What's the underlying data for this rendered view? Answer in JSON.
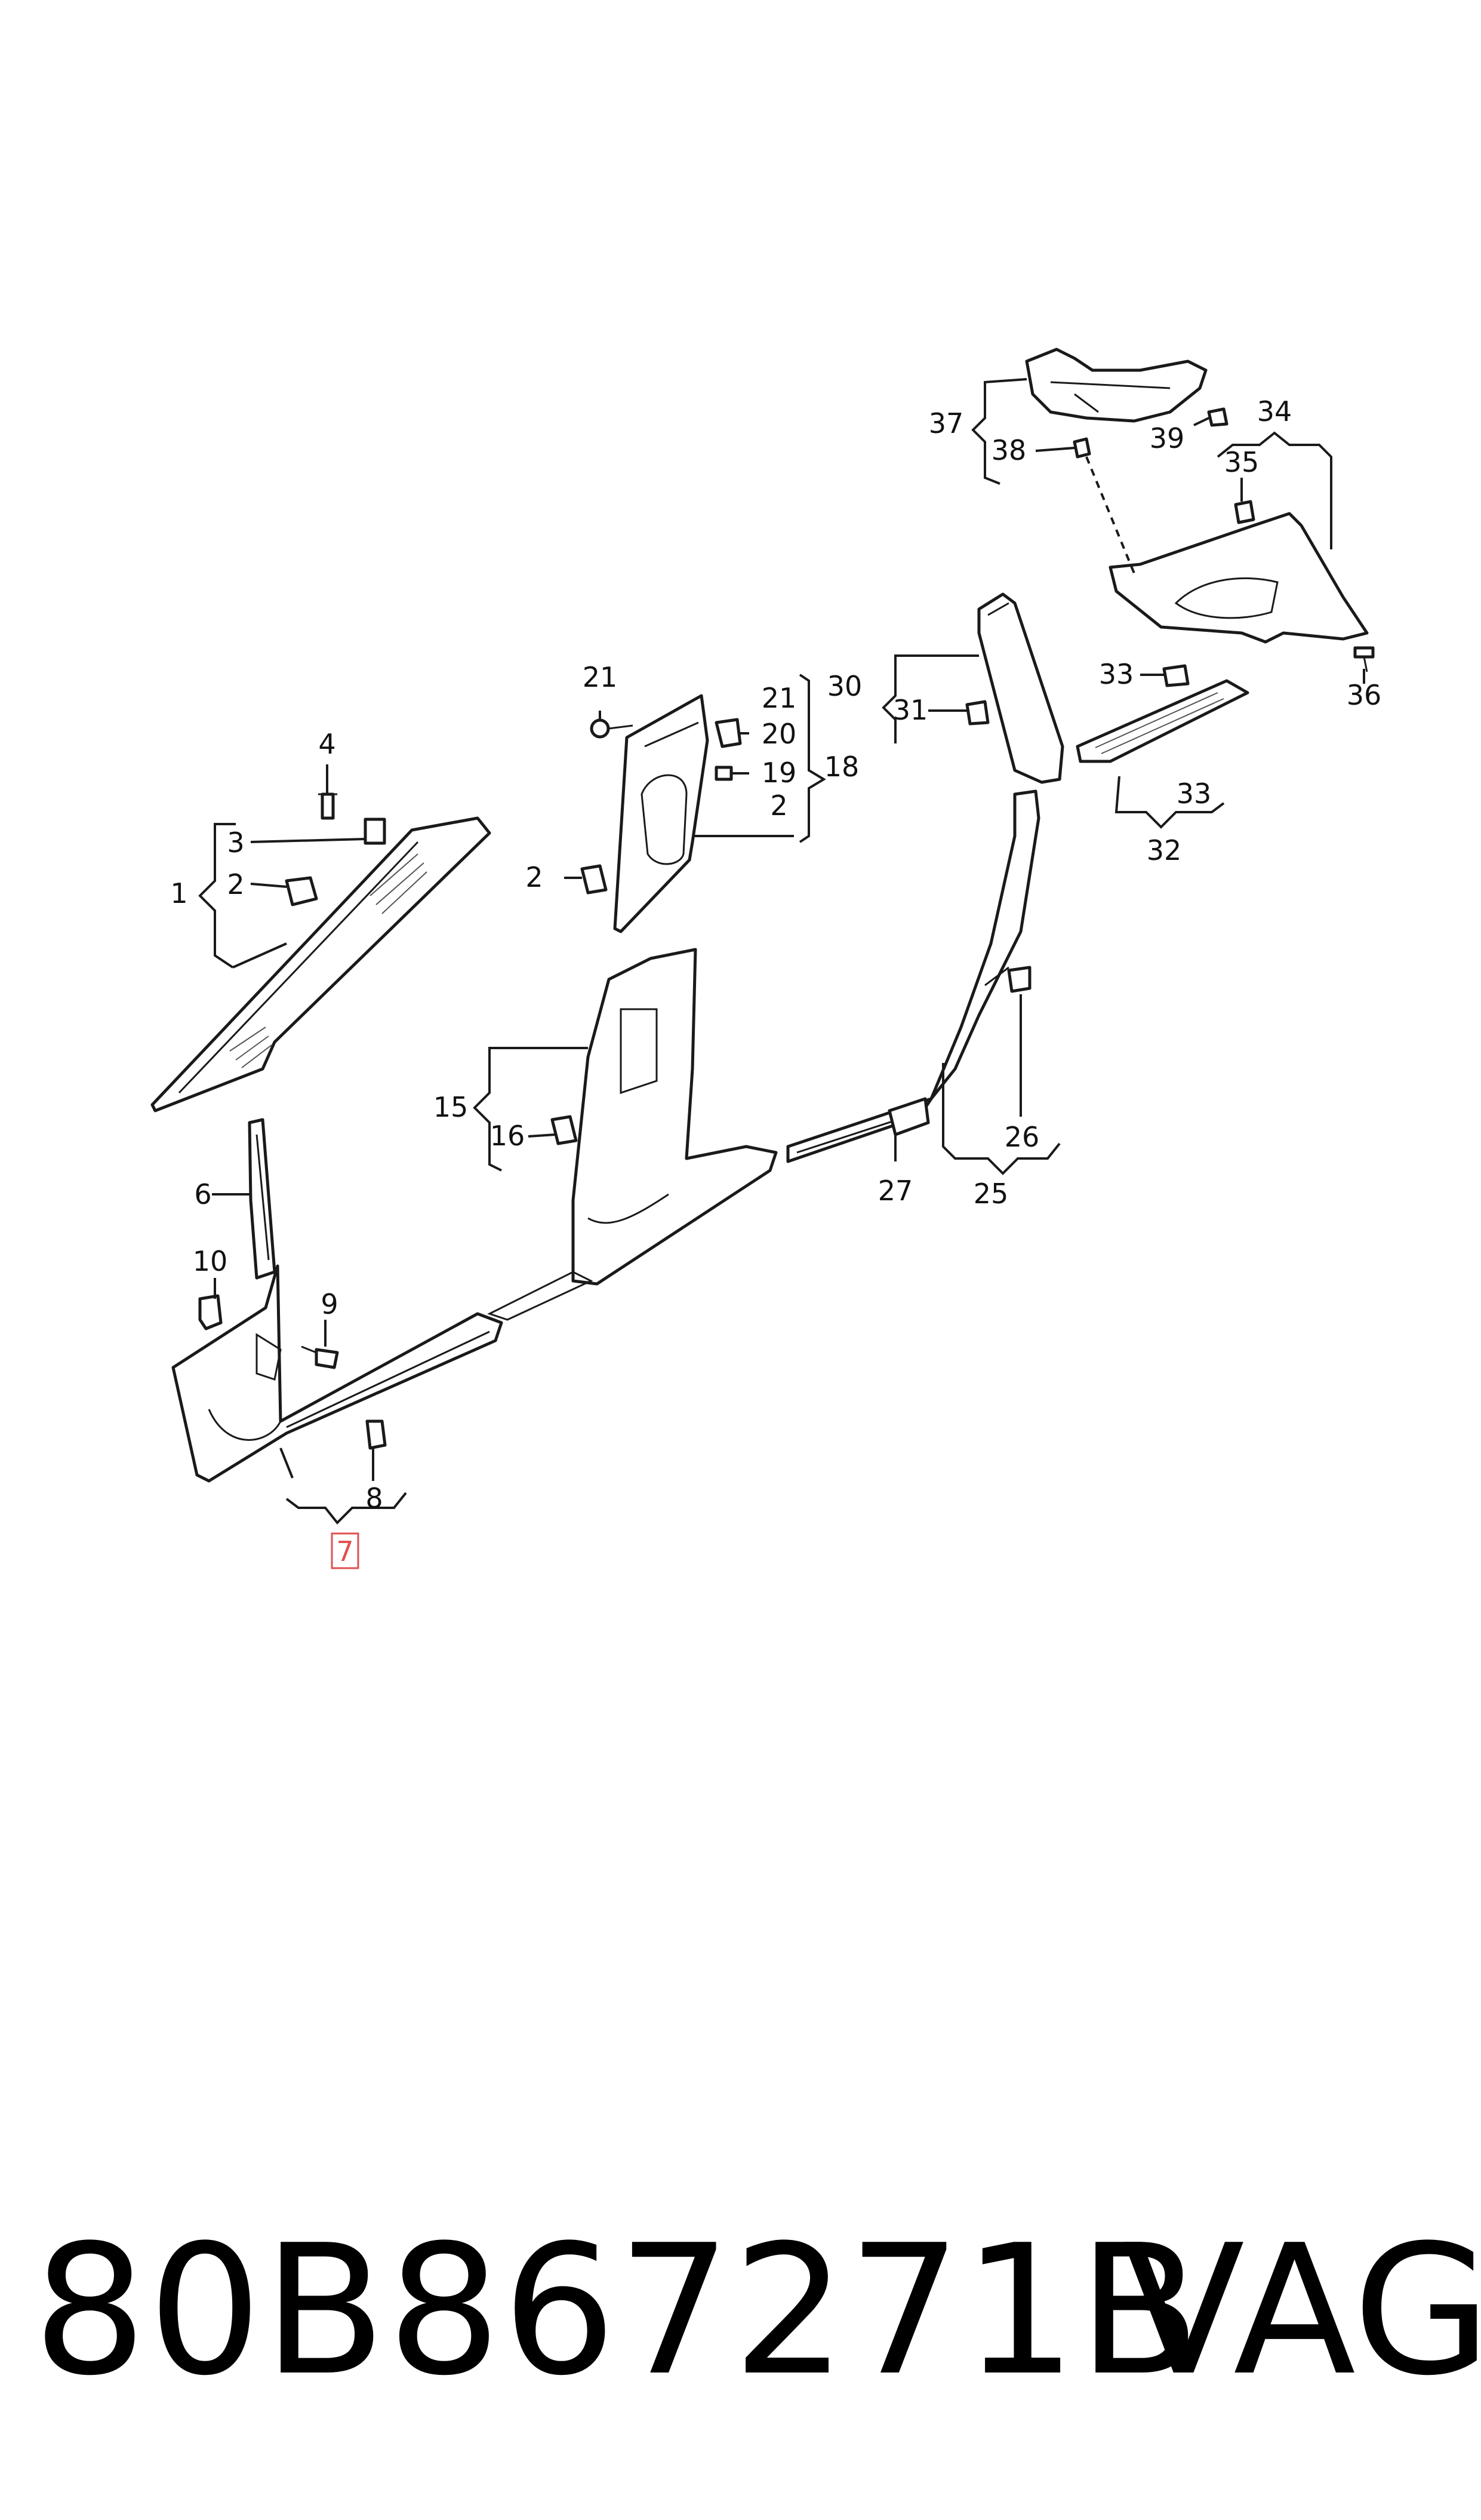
{
  "diagram": {
    "labels": {
      "l1": "1",
      "l2a": "2",
      "l3": "3",
      "l4": "4",
      "l6": "6",
      "l7": "7",
      "l8": "8",
      "l9": "9",
      "l10": "10",
      "l15": "15",
      "l16": "16",
      "l2b": "2",
      "l21a": "21",
      "l21b": "21",
      "l20": "20",
      "l19": "19",
      "l18": "18",
      "l2c": "2",
      "l25": "25",
      "l26": "26",
      "l27": "27",
      "l30": "30",
      "l31": "31",
      "l32": "32",
      "l33a": "33",
      "l33b": "33",
      "l34": "34",
      "l35": "35",
      "l36": "36",
      "l37": "37",
      "l38": "38",
      "l39": "39"
    },
    "highlighted_label": "l7",
    "highlight_color": "#e05050"
  },
  "footer": {
    "part_number": "80B867271B",
    "brand": "VAG"
  }
}
